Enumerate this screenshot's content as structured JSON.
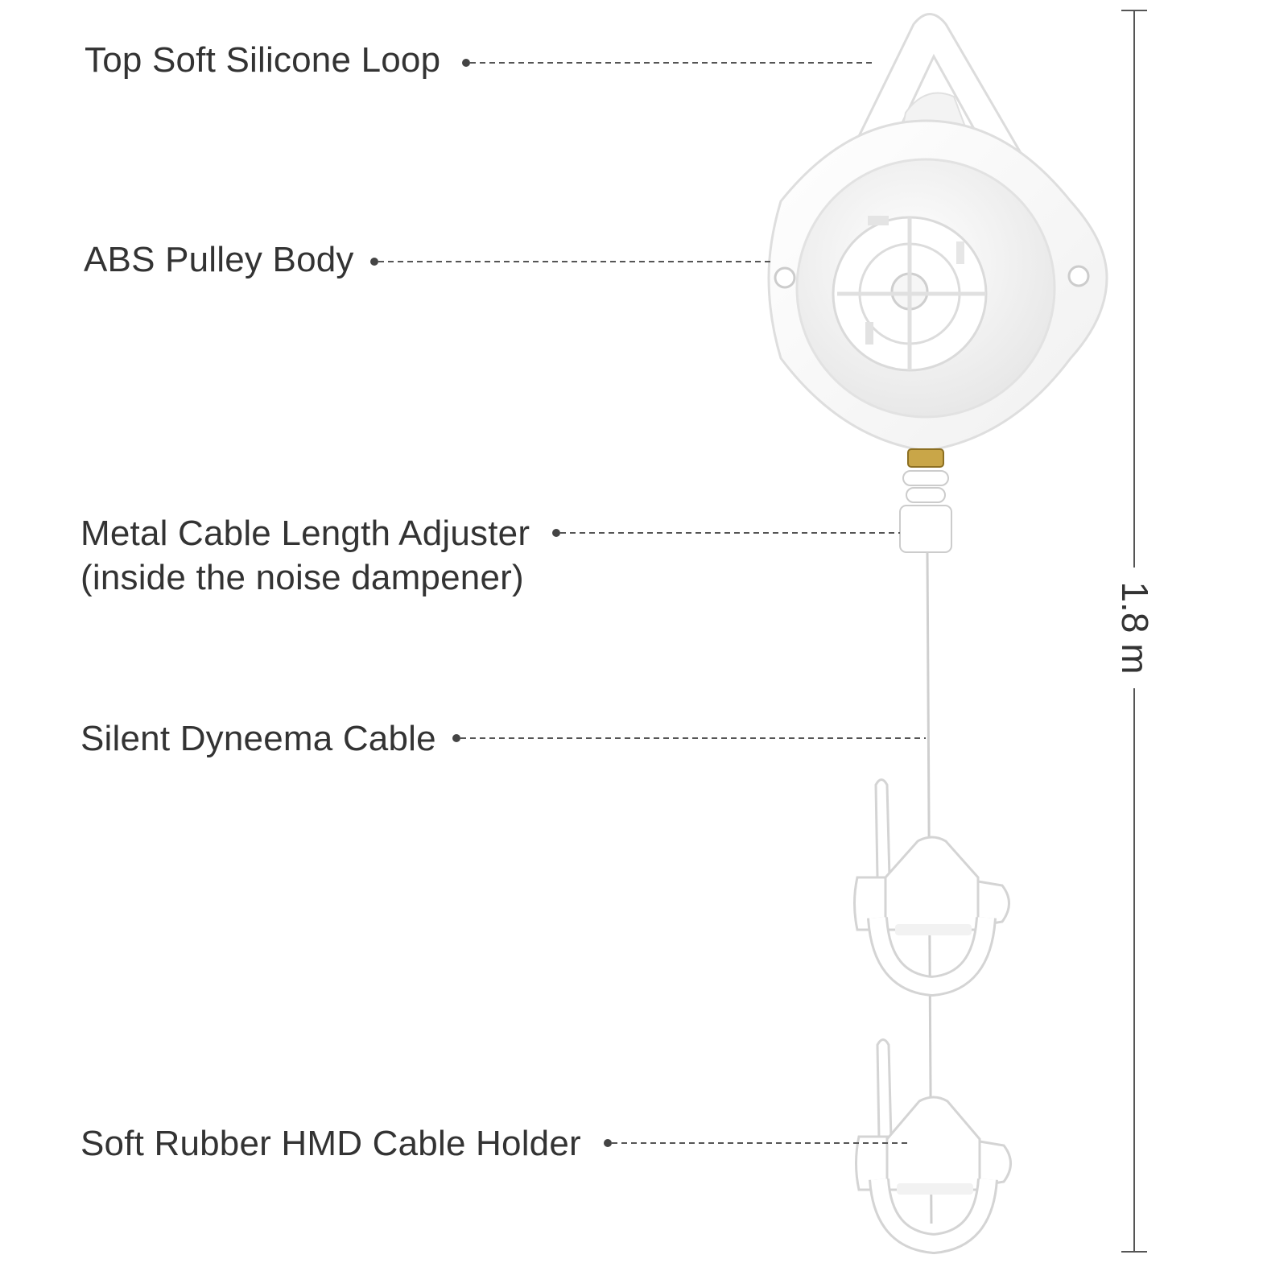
{
  "labels": {
    "loop": "Top Soft Silicone Loop",
    "body": "ABS Pulley Body",
    "adjuster_line1": "Metal Cable Length Adjuster",
    "adjuster_line2": "(inside the noise dampener)",
    "cable": "Silent Dyneema Cable",
    "holder": "Soft Rubber HMD Cable Holder"
  },
  "measurement": "1.8 m",
  "colors": {
    "text": "#333333",
    "leader": "#555555",
    "product": "#ffffff",
    "product_shadow": "#d9d9d9",
    "product_shade": "#eeeeee",
    "brass": "#c9a648"
  }
}
